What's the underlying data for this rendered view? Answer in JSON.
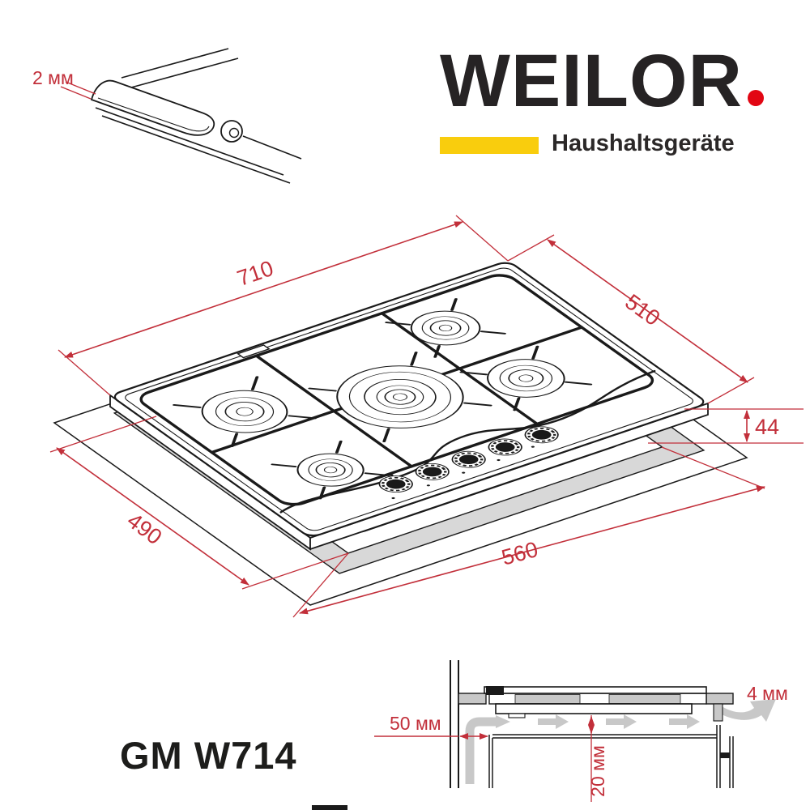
{
  "logo": {
    "name": "WEILOR",
    "tagline": "Haushaltsgeräte"
  },
  "model_title": "GM W714",
  "edge_detail": {
    "thickness_label": "2 мм"
  },
  "hob_drawing": {
    "width_label": "710",
    "depth_label": "510",
    "height_label": "44",
    "cutout_width_label": "560",
    "cutout_depth_label": "490"
  },
  "installation_section": {
    "side_clearance_label": "50 мм",
    "bottom_clearance_label": "20 мм",
    "rear_gap_label": "4 мм"
  },
  "colors": {
    "dimension_red": "#c22f3a",
    "logo_red": "#e20613",
    "logo_yellow": "#f9cd0d",
    "drawing_black": "#1a1a1a",
    "shading_gray": "#d8d8d8",
    "airflow_gray": "#c8c8c8"
  }
}
